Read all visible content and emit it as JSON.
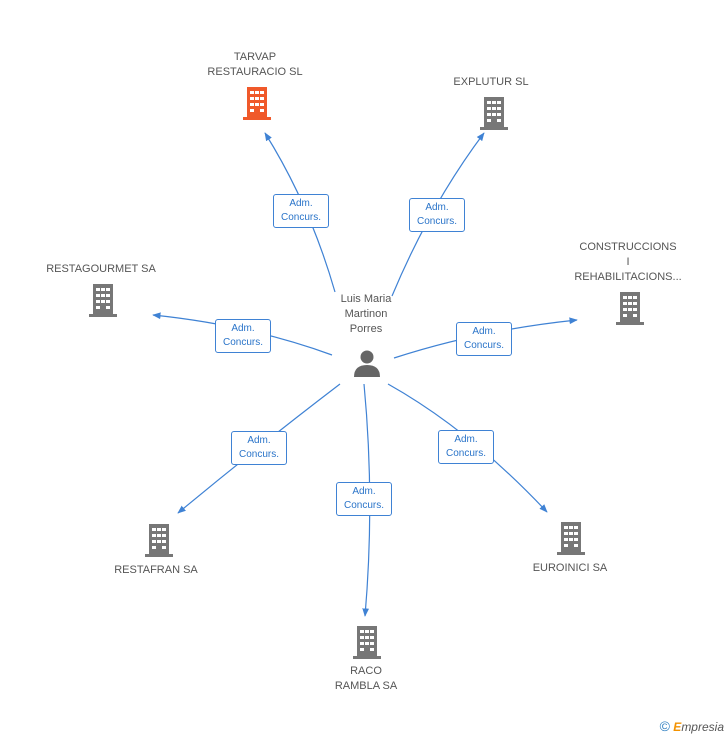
{
  "center_person": {
    "name": "Luis Maria\nMartinon\nPorres",
    "icon": "person-icon"
  },
  "relation_label": "Adm.\nConcurs.",
  "companies": [
    {
      "id": "tarvap",
      "name": "TARVAP\nRESTAURACIO SL",
      "icon": "building-icon",
      "color": "#f0592a"
    },
    {
      "id": "explutur",
      "name": "EXPLUTUR SL",
      "icon": "building-icon",
      "color": "#777777"
    },
    {
      "id": "restagourmet",
      "name": "RESTAGOURMET SA",
      "icon": "building-icon",
      "color": "#777777"
    },
    {
      "id": "construccions",
      "name": "CONSTRUCCIONS\nI\nREHABILITACIONS...",
      "icon": "building-icon",
      "color": "#777777"
    },
    {
      "id": "restafran",
      "name": "RESTAFRAN SA",
      "icon": "building-icon",
      "color": "#777777"
    },
    {
      "id": "euroinici",
      "name": "EUROINICI SA",
      "icon": "building-icon",
      "color": "#777777"
    },
    {
      "id": "raco",
      "name": "RACO\nRAMBLA SA",
      "icon": "building-icon",
      "color": "#777777"
    }
  ],
  "colors": {
    "edge": "#3f82d4",
    "node": "#777777",
    "highlight": "#f0592a"
  },
  "footer": {
    "copyright": "©",
    "brand_first": "E",
    "brand_rest": "mpresia"
  }
}
